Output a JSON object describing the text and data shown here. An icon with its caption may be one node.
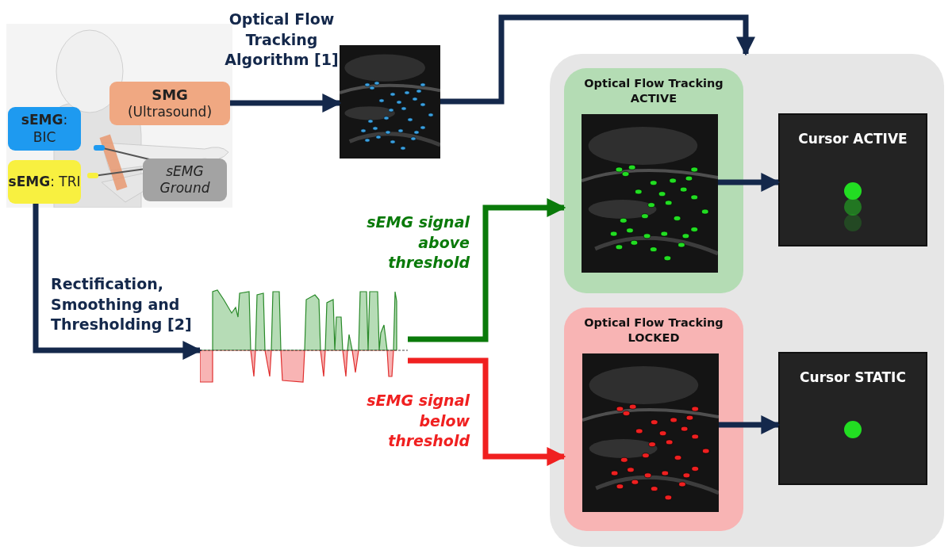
{
  "diagram": {
    "nodes": [
      {
        "text": [],
        "shape": "picture"
      },
      {
        "text": [
          "SMG",
          "(Ultrasound)"
        ],
        "in": 0
      },
      {
        "text": [
          "**sEMG**: BIC"
        ],
        "in": 0
      },
      {
        "text": [
          "**sEMG**: TRI"
        ],
        "in": 0
      },
      {
        "text": [
          "sEMG Ground"
        ],
        "in": 0
      },
      {
        "text": [],
        "shape": "picture"
      },
      {
        "text": [],
        "shape": "picture"
      },
      {
        "text": [],
        "shape": "box"
      },
      {
        "text": [
          "Optical Flow Tracking ACTIVE"
        ],
        "in": 7
      },
      {
        "text": [],
        "shape": "picture",
        "in": 8
      },
      {
        "text": [
          "Cursor ACTIVE"
        ],
        "in": 7
      },
      {
        "text": [
          "Optical Flow Tracking LOCKED"
        ],
        "in": 7
      },
      {
        "text": [],
        "shape": "picture",
        "in": 11
      },
      {
        "text": [
          "Cursor STATIC"
        ],
        "in": 7
      }
    ],
    "edges": [
      {
        "from": 1,
        "to": 5,
        "arrow": "to",
        "label": "Optical Flow Tracking Algorithm [1]"
      },
      {
        "from": 5,
        "to": 7,
        "arrow": "to"
      },
      {
        "from": 3,
        "to": 6,
        "arrow": "to",
        "label": "Rectification, Smoothing and Thresholding [2]"
      },
      {
        "from": 6,
        "to": 8,
        "arrow": "to",
        "label": "sEMG signal above threshold",
        "color": "#0a7a0a"
      },
      {
        "from": 6,
        "to": 11,
        "arrow": "to",
        "label": "sEMG signal below threshold",
        "color": "#f02020"
      },
      {
        "from": 9,
        "to": 10,
        "arrow": "to"
      },
      {
        "from": 12,
        "to": 13,
        "arrow": "to"
      }
    ]
  }
}
